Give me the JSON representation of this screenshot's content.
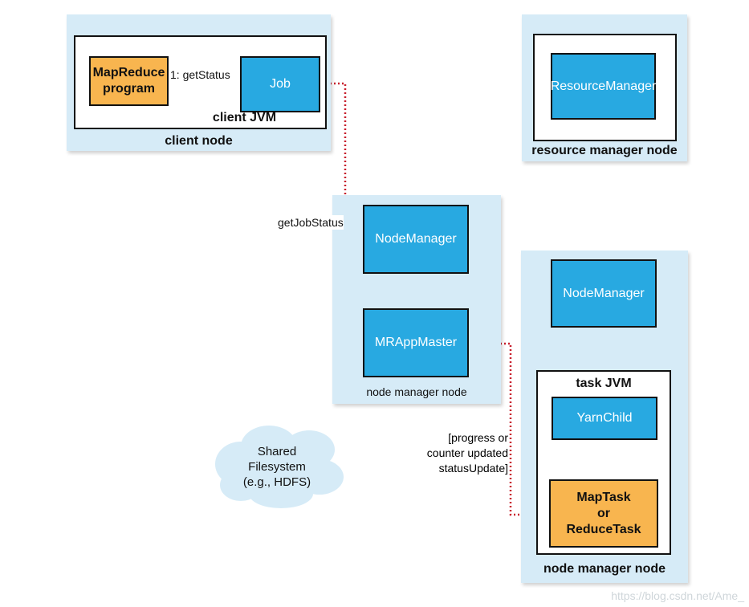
{
  "client_node": {
    "label": "client node",
    "jvm_label": "client JVM",
    "program_line1": "MapReduce",
    "program_line2": "program",
    "job_label": "Job"
  },
  "resource_manager_node": {
    "label": "resource manager node",
    "component_label": "ResourceManager"
  },
  "node_manager_node_1": {
    "label": "node manager node",
    "node_manager_label": "NodeManager",
    "app_master_label": "MRAppMaster"
  },
  "node_manager_node_2": {
    "label": "node manager node",
    "node_manager_label": "NodeManager",
    "jvm_label": "task JVM",
    "yarn_child_label": "YarnChild",
    "task_line1": "MapTask",
    "task_line2": "or",
    "task_line3": "ReduceTask"
  },
  "arrows": {
    "get_status": "1: getStatus",
    "get_job_status": "getJobStatus",
    "status_update_line1": "[progress or",
    "status_update_line2": "counter updated",
    "status_update_line3": "statusUpdate]"
  },
  "filesystem": {
    "line1": "Shared",
    "line2": "Filesystem",
    "line3": "(e.g., HDFS)"
  },
  "watermark": "https://blog.csdn.net/Ame_",
  "colors": {
    "node_background": "#d6ebf7",
    "component_blue": "#28a9e1",
    "task_orange": "#f8b54f",
    "arrow_red": "#c8202e"
  }
}
